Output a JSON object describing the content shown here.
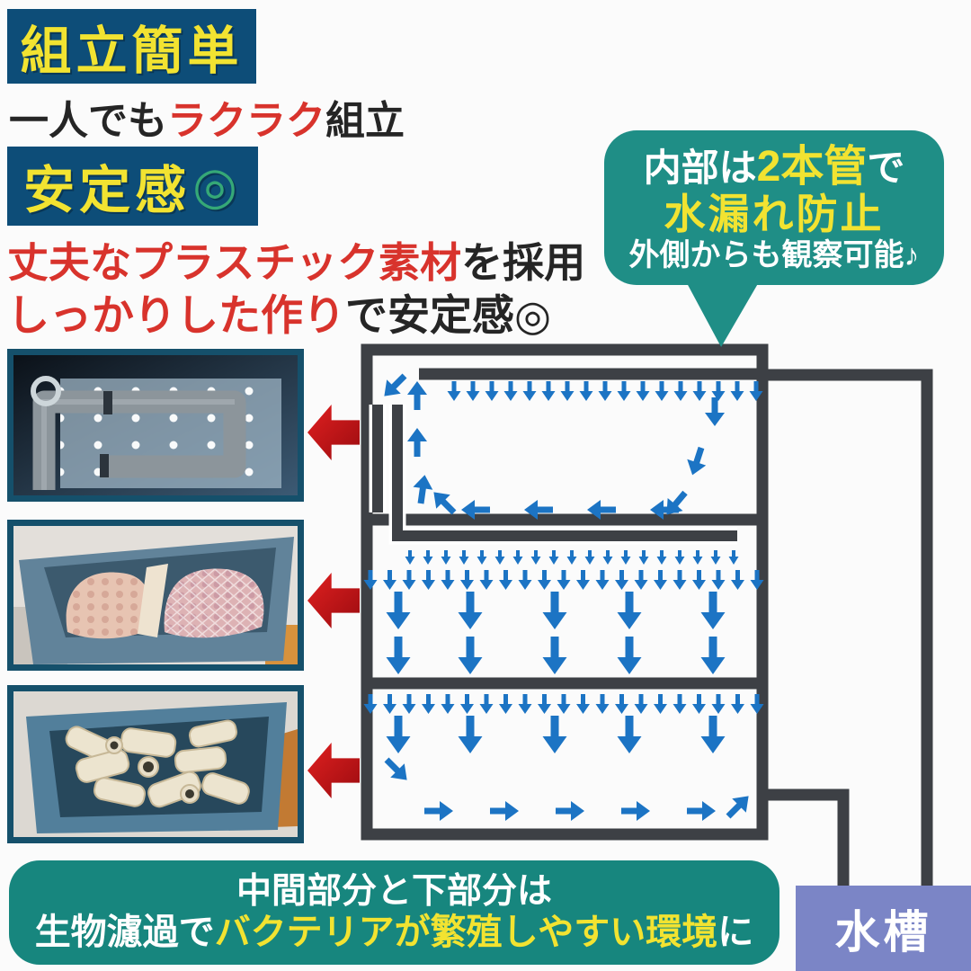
{
  "colors": {
    "badge_bg": "#0d4d78",
    "highlight_yellow": "#f2e331",
    "red_text": "#d8332c",
    "black_text": "#252525",
    "bubble_teal": "#1f8e86",
    "banner_teal": "#17867e",
    "circle_green": "#35a877",
    "tank_purple": "#7b85c6",
    "flow_arrow_blue": "#1c74c4",
    "photo_arrow_red": "#c51317",
    "pipe_dark": "#3d4045"
  },
  "header": {
    "badge_assembly": "組立簡単",
    "assembly_line": {
      "pre": "一人でも",
      "highlight": "ラクラク",
      "post": "組立"
    },
    "badge_stability": {
      "label": "安定感",
      "mark": "◎"
    },
    "material_line": {
      "highlight": "丈夫なプラスチック素材",
      "post": "を採用"
    },
    "build_line": {
      "highlight": "しっかりした作り",
      "post": "で安定感◎"
    }
  },
  "bubble": {
    "line1": {
      "pre": "内部は",
      "highlight": "2本管",
      "post": "で"
    },
    "line2": "水漏れ防止",
    "line3": "外側からも観察可能♪"
  },
  "banner": {
    "line1": "中間部分と下部分は",
    "line2": {
      "pre": "生物濾過で",
      "highlight": "バクテリアが繁殖しやすい環境",
      "post": "に"
    }
  },
  "diagram": {
    "tank_label": "水槽"
  }
}
